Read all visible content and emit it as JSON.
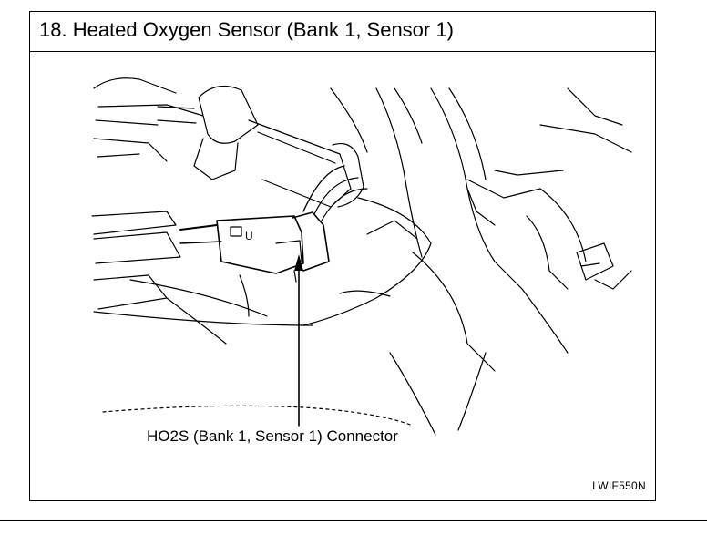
{
  "title": "18. Heated Oxygen Sensor (Bank 1, Sensor 1)",
  "callout": "HO2S (Bank 1, Sensor 1) Connector",
  "figure_code": "LWIF550N",
  "icons": [
    "engine-illustration",
    "callout-arrow-icon"
  ],
  "colors": {
    "ink": "#000000",
    "paper": "#ffffff"
  }
}
